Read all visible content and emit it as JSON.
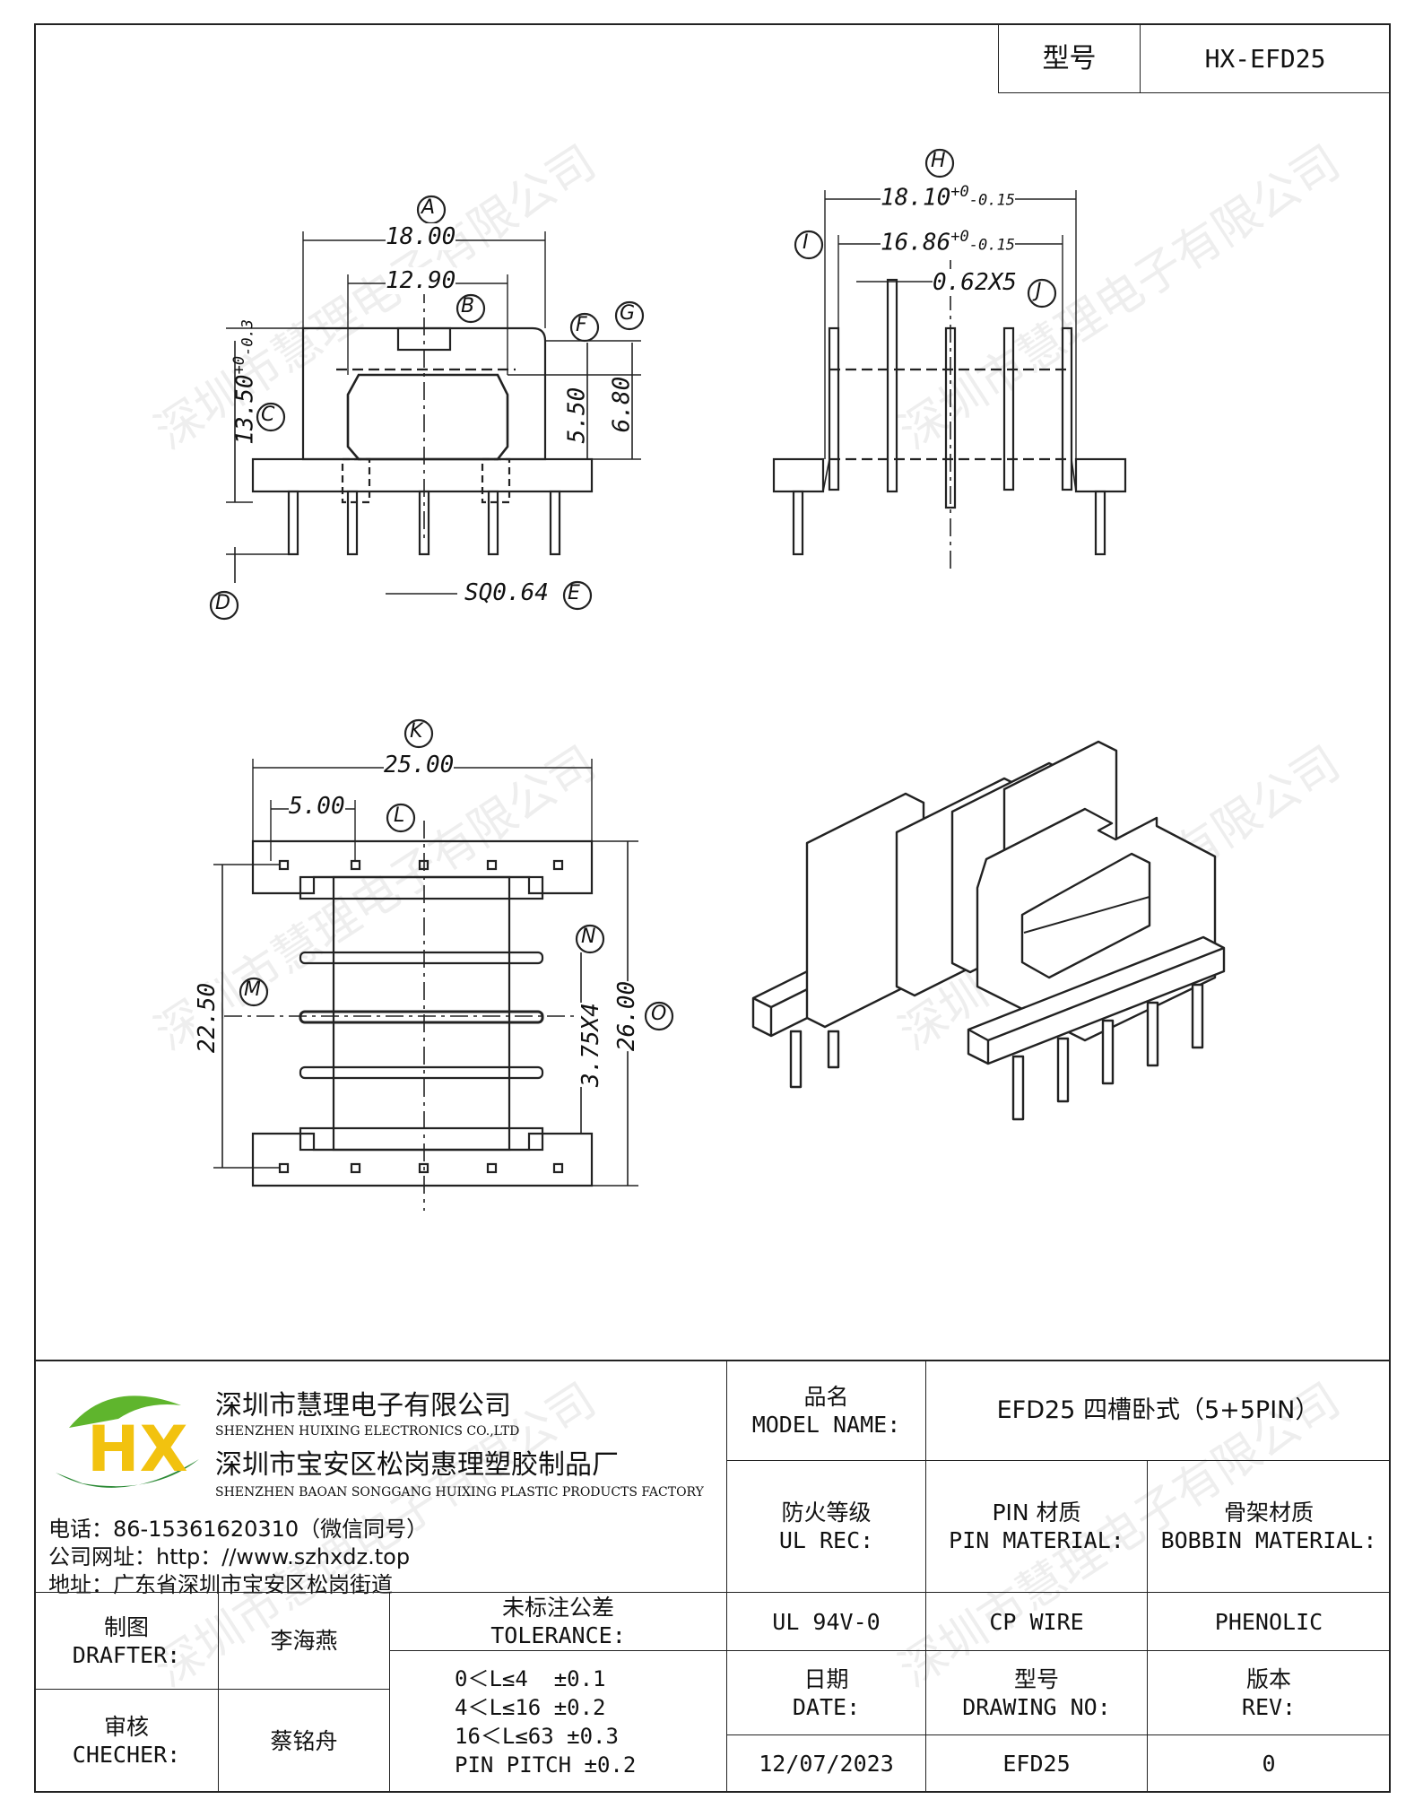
{
  "header": {
    "model_label": "型号",
    "model_value": "HX-EFD25"
  },
  "drawings": {
    "front": {
      "dim_A": "18.00",
      "label_A": "A",
      "dim_B": "12.90",
      "label_B": "B",
      "dim_C": "13.50",
      "dim_C_tol_plus": "+0",
      "dim_C_tol_minus": "-0.3",
      "label_C": "C",
      "label_D": "D",
      "dim_E": "SQ0.64",
      "label_E": "E",
      "dim_F": "5.50",
      "label_F": "F",
      "dim_G": "6.80",
      "label_G": "G"
    },
    "side": {
      "dim_H": "18.10",
      "dim_H_tol_plus": "+0",
      "dim_H_tol_minus": "-0.15",
      "label_H": "H",
      "dim_I": "16.86",
      "dim_I_tol_plus": "+0",
      "dim_I_tol_minus": "-0.15",
      "label_I": "I",
      "dim_J": "0.62X5",
      "label_J": "J"
    },
    "bottom": {
      "dim_K": "25.00",
      "label_K": "K",
      "dim_L": "5.00",
      "label_L": "L",
      "dim_M": "22.50",
      "label_M": "M",
      "dim_N": "3.75X4",
      "label_N": "N",
      "dim_O": "26.00",
      "label_O": "O"
    }
  },
  "watermark": "深圳市慧理电子有限公司",
  "company": {
    "logo_letters": "HX",
    "name_cn": "深圳市慧理电子有限公司",
    "name_en": "SHENZHEN HUIXING ELECTRONICS CO.,LTD",
    "factory_cn": "深圳市宝安区松岗惠理塑胶制品厂",
    "factory_en": "SHENZHEN BAOAN SONGGANG HUIXING PLASTIC PRODUCTS FACTORY",
    "phone": "电话：86-15361620310（微信同号）",
    "website": "公司网址：http：//www.szhxdz.top",
    "address": "地址：广东省深圳市宝安区松岗街道"
  },
  "title_block": {
    "model_name_cn": "品名",
    "model_name_en": "MODEL NAME:",
    "model_name_value": "EFD25 四槽卧式（5+5PIN）",
    "ul_cn": "防火等级",
    "ul_en": "UL REC:",
    "ul_value": "UL 94V-0",
    "pin_cn": "PIN 材质",
    "pin_en": "PIN MATERIAL:",
    "pin_value": "CP WIRE",
    "bobbin_cn": "骨架材质",
    "bobbin_en": "BOBBIN MATERIAL:",
    "bobbin_value": "PHENOLIC",
    "drafter_cn": "制图",
    "drafter_en": "DRAFTER:",
    "drafter_value": "李海燕",
    "checker_cn": "审核",
    "checker_en": "CHECHER:",
    "checker_value": "蔡铭舟",
    "tolerance_cn": "未标注公差",
    "tolerance_en": "TOLERANCE:",
    "tolerance_lines": [
      "0＜L≤4  ±0.1",
      "4＜L≤16 ±0.2",
      "16＜L≤63 ±0.3",
      "PIN PITCH ±0.2"
    ],
    "date_cn": "日期",
    "date_en": "DATE:",
    "date_value": "12/07/2023",
    "drawing_cn": "型号",
    "drawing_en": "DRAWING NO:",
    "drawing_value": "EFD25",
    "rev_cn": "版本",
    "rev_en": "REV:",
    "rev_value": "0"
  },
  "colors": {
    "logo_green": "#5fb52d",
    "logo_yellow": "#f2c20f",
    "logo_dark_green": "#2c8a36",
    "line": "#222222"
  }
}
